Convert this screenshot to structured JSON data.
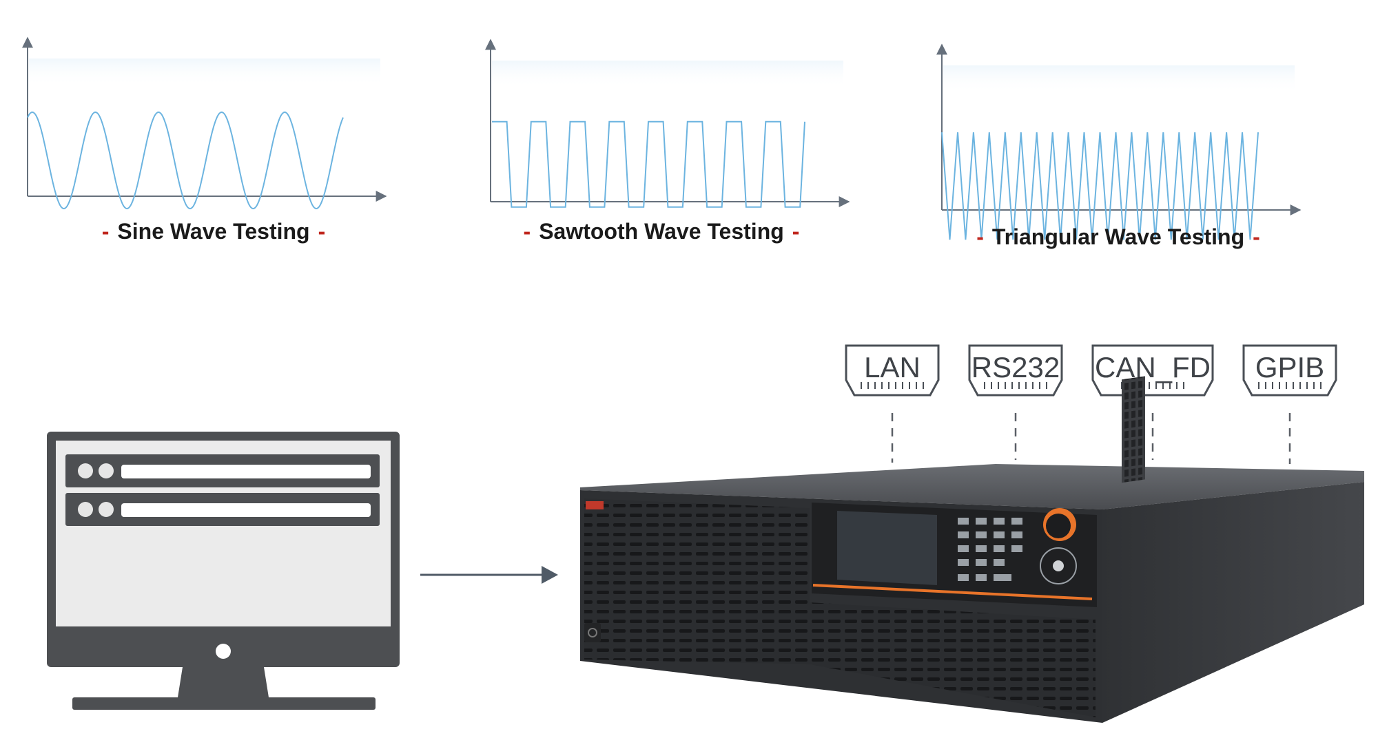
{
  "wave_panels": [
    {
      "id": "sine",
      "shape": "sine",
      "cycles": 5,
      "caption": "Sine Wave Testing",
      "caption_dash": "-"
    },
    {
      "id": "sawtooth",
      "shape": "trapezoid",
      "cycles": 8,
      "caption": "Sawtooth Wave Testing",
      "caption_dash": "-"
    },
    {
      "id": "triangular",
      "shape": "triangle",
      "cycles": 20,
      "caption": "Triangular Wave Testing",
      "caption_dash": "-"
    }
  ],
  "interfaces": [
    "LAN",
    "RS232",
    "CAN_FD",
    "GPIB"
  ],
  "colors": {
    "wave_line": "#6cb4e0",
    "axis": "#66707c",
    "caption_dash": "#c0261d",
    "caption_text": "#1a1a1a",
    "device_body": "#3a3c40",
    "monitor_frame": "#4d4f52",
    "monitor_screen": "#ebebeb",
    "accent_orange": "#e8742a"
  },
  "icons": [
    "computer-monitor-icon",
    "arrow-right-icon",
    "power-supply-device"
  ]
}
